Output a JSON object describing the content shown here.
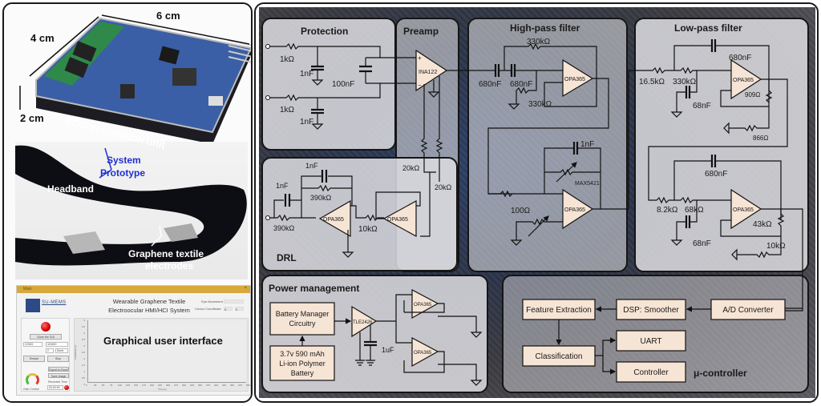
{
  "figure": {
    "left_panel": {
      "dimension_labels": {
        "width": "6 cm",
        "depth": "4 cm",
        "height": "2 cm"
      },
      "board_label": "EOG acquisition unit",
      "system_label_line1": "System",
      "system_label_line2": "Prototype",
      "headband_label": "Headband",
      "electrodes_label_line1": "Graphene textile",
      "electrodes_label_line2": "electrodes",
      "gui_overlay_label": "Graphical user interface",
      "gui": {
        "window_title": "Main",
        "logo_text": "SU-MEMS",
        "title_line1": "Wearable Graphene Textile",
        "title_line2": "Electroocular HMI/HCI System",
        "eye_movement_label": "Eye Movement",
        "cursor_coordinate_label": "Cursor Coordinate",
        "cursor_x": "0",
        "cursor_y": "0",
        "close_button": "Close the GUI",
        "port_select": "COM3",
        "baud_value": "115200",
        "field_2": "2",
        "field_none": "None",
        "restart_button": "Restart",
        "stop_button": "Stop",
        "export_button": "Export to Excel",
        "save_image_button": "Save Image",
        "gain_control_label": "Gain Control",
        "recorded_time_label": "Recorded Time",
        "recorded_time_value": "00:00:00",
        "plot": {
          "ylabel": "Amplitude [V]",
          "xlabel": "Time [s]",
          "yticks": [
            "5",
            "4.5",
            "4",
            "3.5",
            "3",
            "2.5",
            "2",
            "1.5",
            "1",
            "0.5",
            "0"
          ],
          "xticks": [
            "0",
            "25",
            "50",
            "75",
            "100",
            "125",
            "150",
            "175",
            "200",
            "225",
            "250",
            "275",
            "300",
            "325",
            "350",
            "375",
            "400",
            "425",
            "450",
            "475",
            "500"
          ]
        }
      }
    },
    "blocks": {
      "protection": {
        "title": "Protection",
        "r1": "1kΩ",
        "c1": "1nF",
        "r2": "1kΩ",
        "c2": "1nF",
        "c_diff": "100nF"
      },
      "preamp": {
        "title": "Preamp",
        "amp": "INA122",
        "r1": "20kΩ",
        "r2": "20kΩ"
      },
      "high_pass": {
        "title": "High-pass filter",
        "c1": "680nF",
        "c2": "680nF",
        "r_fb": "330kΩ",
        "r_gnd": "330kΩ",
        "amp1": "OPA365",
        "c_fb": "1nF",
        "pot": "MAX5421",
        "r_in": "100Ω",
        "amp2": "OPA365"
      },
      "low_pass": {
        "title": "Low-pass filter",
        "s1_c_fb": "680nF",
        "s1_r1": "16.5kΩ",
        "s1_r2": "330kΩ",
        "s1_c_gnd": "68nF",
        "s1_amp": "OPA365",
        "s1_rf": "909Ω",
        "s1_rg": "866Ω",
        "s2_c_fb": "680nF",
        "s2_r1": "8.2kΩ",
        "s2_r2": "68kΩ",
        "s2_c_gnd": "68nF",
        "s2_amp": "OPA365",
        "s2_rf": "43kΩ",
        "s2_rg": "10kΩ"
      },
      "drl": {
        "title": "DRL",
        "c1": "1nF",
        "c2": "1nF",
        "r_fb": "390kΩ",
        "r_in": "390kΩ",
        "amp1": "OPA365",
        "r_mid": "10kΩ",
        "amp2": "OPA365"
      },
      "power": {
        "title": "Power management",
        "bm_line1": "Battery Manager",
        "bm_line2": "Circuitry",
        "batt_line1": "3.7v 590 mAh",
        "batt_line2": "Li-ion Polymer",
        "batt_line3": "Battery",
        "reg": "TLE2426",
        "cap": "1uF",
        "amp1": "OPA365",
        "amp2": "OPA365"
      },
      "mcu": {
        "title": "μ-controller",
        "adc": "A/D Converter",
        "dsp": "DSP: Smoother",
        "feat": "Feature Extraction",
        "cls": "Classification",
        "uart": "UART",
        "ctrl": "Controller"
      }
    },
    "colors": {
      "component_fill": "#f6e4d5",
      "block_fill": "#dadade",
      "system_label": "#1f2fd0",
      "gui_titlebar": "#d7a93a"
    }
  }
}
